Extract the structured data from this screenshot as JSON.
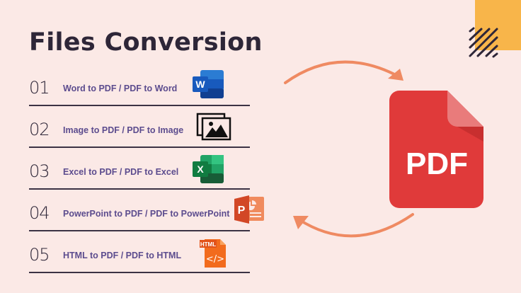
{
  "title": "Files Conversion",
  "items": [
    {
      "number": "01",
      "label": "Word to PDF / PDF to Word",
      "icon": "word-icon"
    },
    {
      "number": "02",
      "label": "Image to PDF / PDF to Image",
      "icon": "image-icon"
    },
    {
      "number": "03",
      "label": "Excel to PDF / PDF to Excel",
      "icon": "excel-icon"
    },
    {
      "number": "04",
      "label": "PowerPoint to PDF / PDF to PowerPoint",
      "icon": "powerpoint-icon"
    },
    {
      "number": "05",
      "label": "HTML to PDF / PDF to HTML",
      "icon": "html-icon"
    }
  ],
  "icons": {
    "word_letter": "W",
    "excel_letter": "X",
    "powerpoint_letter": "P",
    "html_tag": "HTML",
    "html_code": "</>"
  },
  "pdf_label": "PDF",
  "colors": {
    "background": "#fbe9e6",
    "title": "#2e2638",
    "label": "#5c4c8e",
    "accent_orange": "#f8b54a",
    "arrow": "#ef8a62",
    "pdf_red": "#e03a3a"
  }
}
